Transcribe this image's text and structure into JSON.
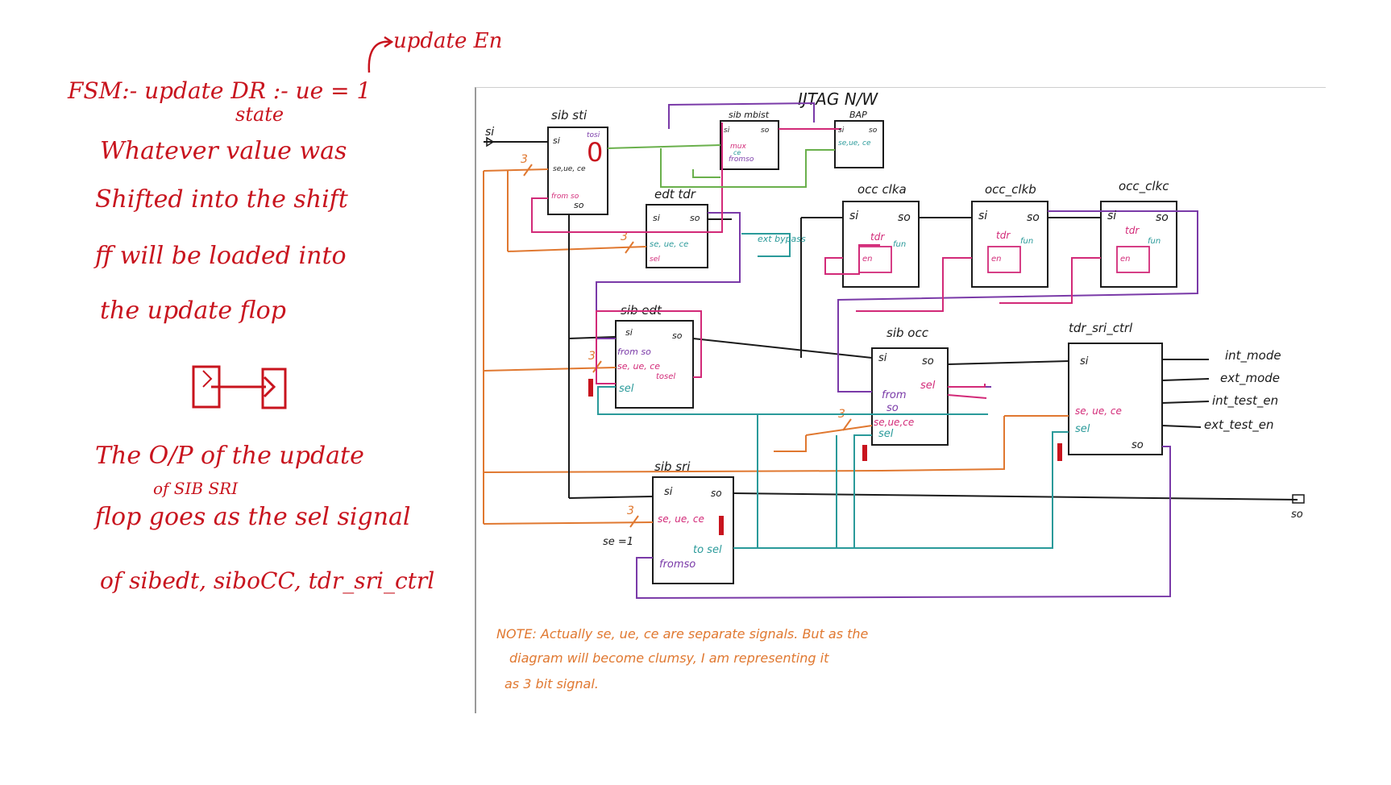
{
  "notes": {
    "update_en_arrow_label": "update En",
    "fsm_line": "FSM:- update DR :-  ue = 1",
    "state_label": "state",
    "paragraph_lines": [
      "Whatever value was",
      "Shifted into the shift",
      "ff will be loaded into",
      "the update flop"
    ],
    "output_line_1": "The O/P of the update",
    "output_line_1_sub": "of SIB SRI",
    "output_line_2": "flop goes as the sel signal",
    "output_line_3": "of sibedt, siboCC, tdr_sri_ctrl"
  },
  "diagram": {
    "title": "IJTAG N/W",
    "si_in": "si",
    "so_out": "so",
    "blocks": {
      "sib_sti": {
        "title": "sib sti",
        "si": "si",
        "tosi": "tosi",
        "value": "0",
        "seuece": "se,ue, ce",
        "fromso": "from so",
        "so": "so"
      },
      "sib_mbist": {
        "title": "sib mbist",
        "si": "si",
        "so": "so",
        "mux": "mux",
        "ce": "ce",
        "fromso": "fromso"
      },
      "bap": {
        "title": "BAP",
        "si": "si",
        "so": "so",
        "seuece": "se,ue, ce"
      },
      "edt_tdr": {
        "title": "edt tdr",
        "si": "si",
        "so": "so",
        "seuece": "se, ue, ce",
        "sel": "sel",
        "ext_bypass": "ext bypass"
      },
      "occ_clka": {
        "title": "occ clka",
        "si": "si",
        "so": "so",
        "tdr": "tdr",
        "fun": "fun",
        "en": "en"
      },
      "occ_clkb": {
        "title": "occ_clkb",
        "si": "si",
        "so": "so",
        "tdr": "tdr",
        "fun": "fun",
        "en": "en"
      },
      "occ_clkc": {
        "title": "occ_clkc",
        "si": "si",
        "so": "so",
        "tdr": "tdr",
        "fun": "fun",
        "en": "en"
      },
      "sib_edt": {
        "title": "sib edt",
        "si": "si",
        "so": "so",
        "fromso": "from so",
        "seuece": "se, ue, ce",
        "tosel": "tosel",
        "sel": "sel"
      },
      "sib_occ": {
        "title": "sib occ",
        "si": "si",
        "so": "so",
        "from": "from",
        "fromso2": "so",
        "sel_out": "sel",
        "seuece": "se,ue,ce",
        "sel": "sel"
      },
      "tdr_sri_ctrl": {
        "title": "tdr_sri_ctrl",
        "si": "si",
        "seuece": "se, ue, ce",
        "sel": "sel",
        "so": "so"
      },
      "sib_sri": {
        "title": "sib sri",
        "si": "si",
        "so": "so",
        "seuece": "se, ue, ce",
        "tosel": "to sel",
        "fromso": "fromso",
        "se_label": "se =1"
      }
    },
    "bus_width": "3",
    "outputs": [
      "int_mode",
      "ext_mode",
      "int_test_en",
      "ext_test_en"
    ],
    "note_lines": [
      "NOTE: Actually se, ue, ce are separate signals. But as the",
      "diagram will become clumsy, I am representing it",
      "as 3 bit signal."
    ]
  },
  "colors": {
    "note_red": "#c8141e",
    "bus_orange": "#e07830",
    "sel_teal": "#2a9a9a",
    "loop_purple": "#7a3aa8",
    "pink": "#d22a78",
    "green": "#6ab04c",
    "wire": "#1a1a1a"
  }
}
